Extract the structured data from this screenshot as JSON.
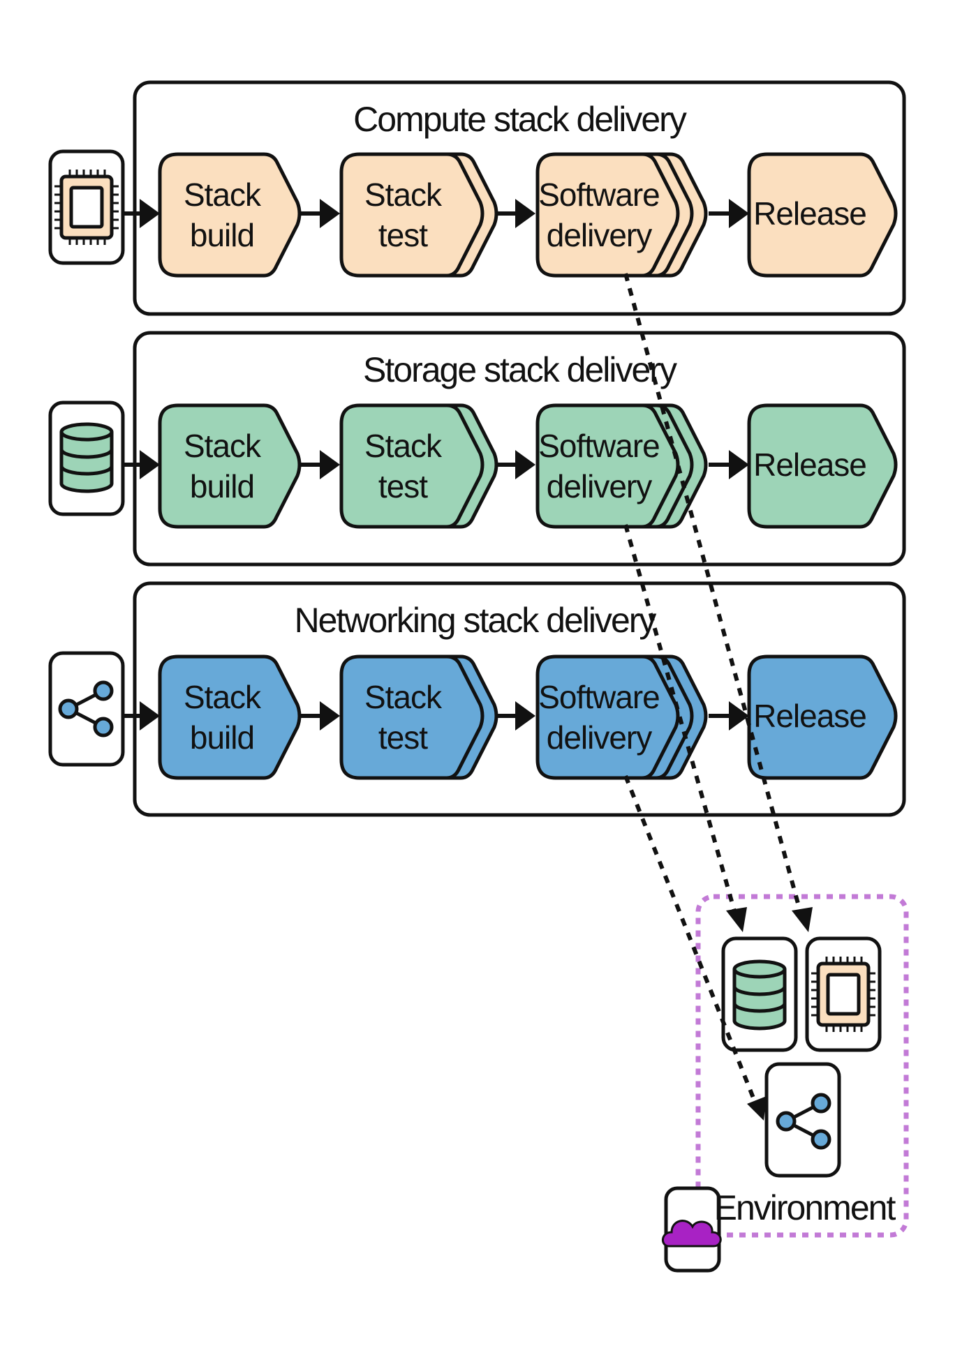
{
  "colors": {
    "compute": "#fbdfbf",
    "storage": "#9dd4b7",
    "networking": "#67a9d8",
    "environment_border": "#c27ad6",
    "cloud": "#a822c4"
  },
  "lanes": [
    {
      "title": "Compute stack delivery",
      "icon": "chip-icon",
      "steps": [
        {
          "line1": "Stack",
          "line2": "build"
        },
        {
          "line1": "Stack",
          "line2": "test"
        },
        {
          "line1": "Software",
          "line2": "delivery"
        },
        {
          "line1": "Release",
          "line2": ""
        }
      ]
    },
    {
      "title": "Storage stack delivery",
      "icon": "database-icon",
      "steps": [
        {
          "line1": "Stack",
          "line2": "build"
        },
        {
          "line1": "Stack",
          "line2": "test"
        },
        {
          "line1": "Software",
          "line2": "delivery"
        },
        {
          "line1": "Release",
          "line2": ""
        }
      ]
    },
    {
      "title": "Networking stack delivery",
      "icon": "share-network-icon",
      "steps": [
        {
          "line1": "Stack",
          "line2": "build"
        },
        {
          "line1": "Stack",
          "line2": "test"
        },
        {
          "line1": "Software",
          "line2": "delivery"
        },
        {
          "line1": "Release",
          "line2": ""
        }
      ]
    }
  ],
  "environment": {
    "label": "Environment",
    "icon": "cloud-icon",
    "members": [
      "database-icon",
      "chip-icon",
      "share-network-icon"
    ]
  }
}
